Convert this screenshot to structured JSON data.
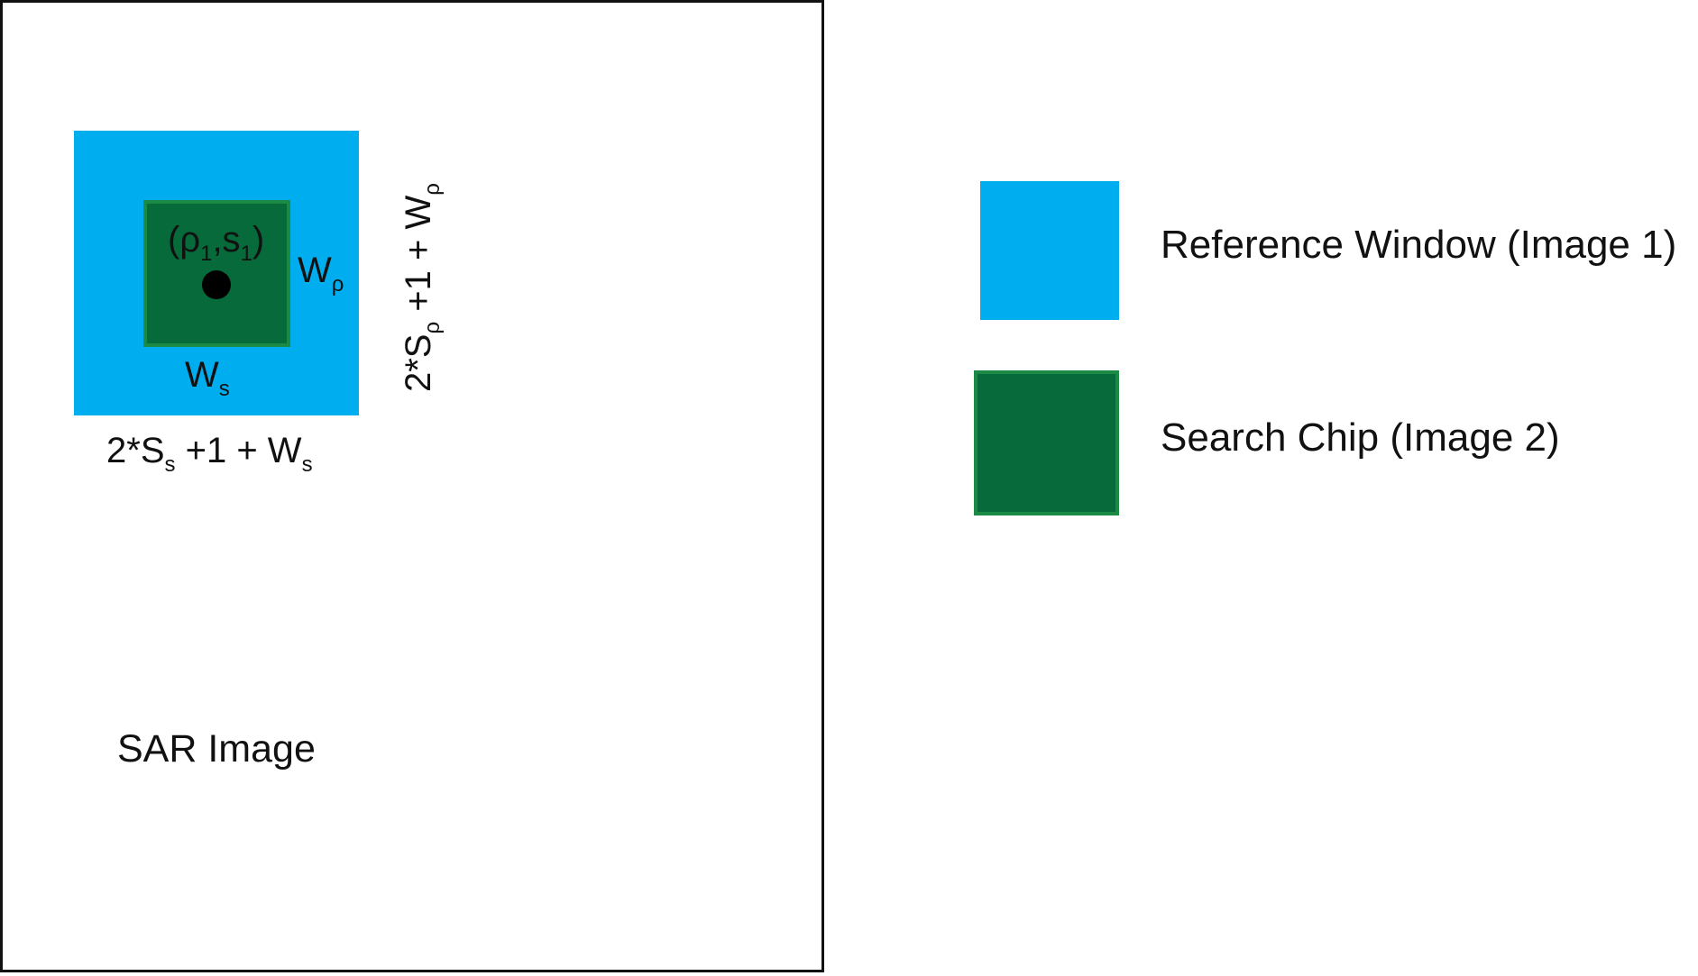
{
  "colors": {
    "reference_window": "#00aeef",
    "search_chip": "#066a3a",
    "search_chip_border": "#1a8a45",
    "frame": "#111111"
  },
  "diagram": {
    "center_point": {
      "prefix": "(ρ",
      "sub1": "1",
      "mid": ",s",
      "sub2": "1",
      "suffix": ")"
    },
    "w_rho": {
      "base": "W",
      "sub": "ρ"
    },
    "w_s": {
      "base": "W",
      "sub": "s"
    },
    "bottom_dimension": {
      "p1": "2*S",
      "s1": "s",
      "p2": " +1 + W",
      "s2": "s"
    },
    "right_dimension": {
      "p1": "2*S",
      "s1": "ρ",
      "p2": " +1 + W",
      "s2": "ρ"
    },
    "sar_label": "SAR Image"
  },
  "legend": {
    "reference": "Reference Window (Image 1)",
    "search_chip": "Search Chip (Image 2)"
  }
}
